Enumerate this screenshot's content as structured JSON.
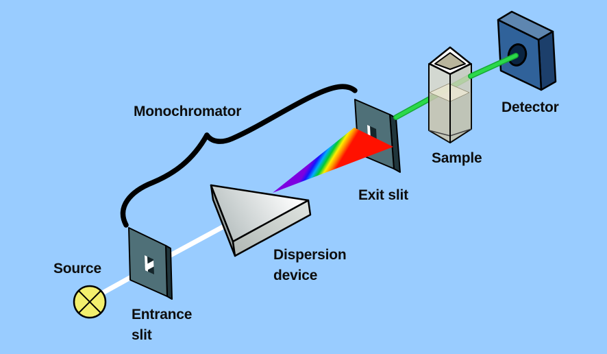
{
  "diagram": {
    "type": "spectrophotometer-schematic",
    "labels": {
      "monochromator": "Monochromator",
      "source": "Source",
      "entrance_slit_line1": "Entrance",
      "entrance_slit_line2": "slit",
      "dispersion_line1": "Dispersion",
      "dispersion_line2": "device",
      "exit_slit": "Exit slit",
      "sample": "Sample",
      "detector": "Detector"
    },
    "colors": {
      "background": "#99ccff",
      "label_text": "#0d0d0d",
      "outline": "#000000",
      "beam_white": "#ffffff",
      "beam_green": "#2bd94a",
      "beam_green_dark": "#17a835",
      "source_yellow": "#f3ef6d",
      "plate_face": "#4f7078",
      "plate_side": "#21363c",
      "slit_hole": "#15262b",
      "prism_light": "#ffffff",
      "prism_mid": "#b4bdbd",
      "prism_left": "#9aa4a4",
      "prism_front_light": "#dfe4e0",
      "prism_front_dark": "#b6bdb9",
      "detector_top": "#5e86b0",
      "detector_front": "#30629a",
      "detector_side": "#1c3f6b",
      "detector_hole": "#0a2442",
      "cuvette_left": "#dfdbc3",
      "cuvette_right": "#d2ceb6",
      "cuvette_liquid": "#e9e5d0",
      "cuvette_inner": "#b9b59c",
      "rainbow": [
        "#7d00e0",
        "#1414ff",
        "#00aaff",
        "#00cc33",
        "#ffee00",
        "#ff8800",
        "#ff1100"
      ]
    }
  }
}
